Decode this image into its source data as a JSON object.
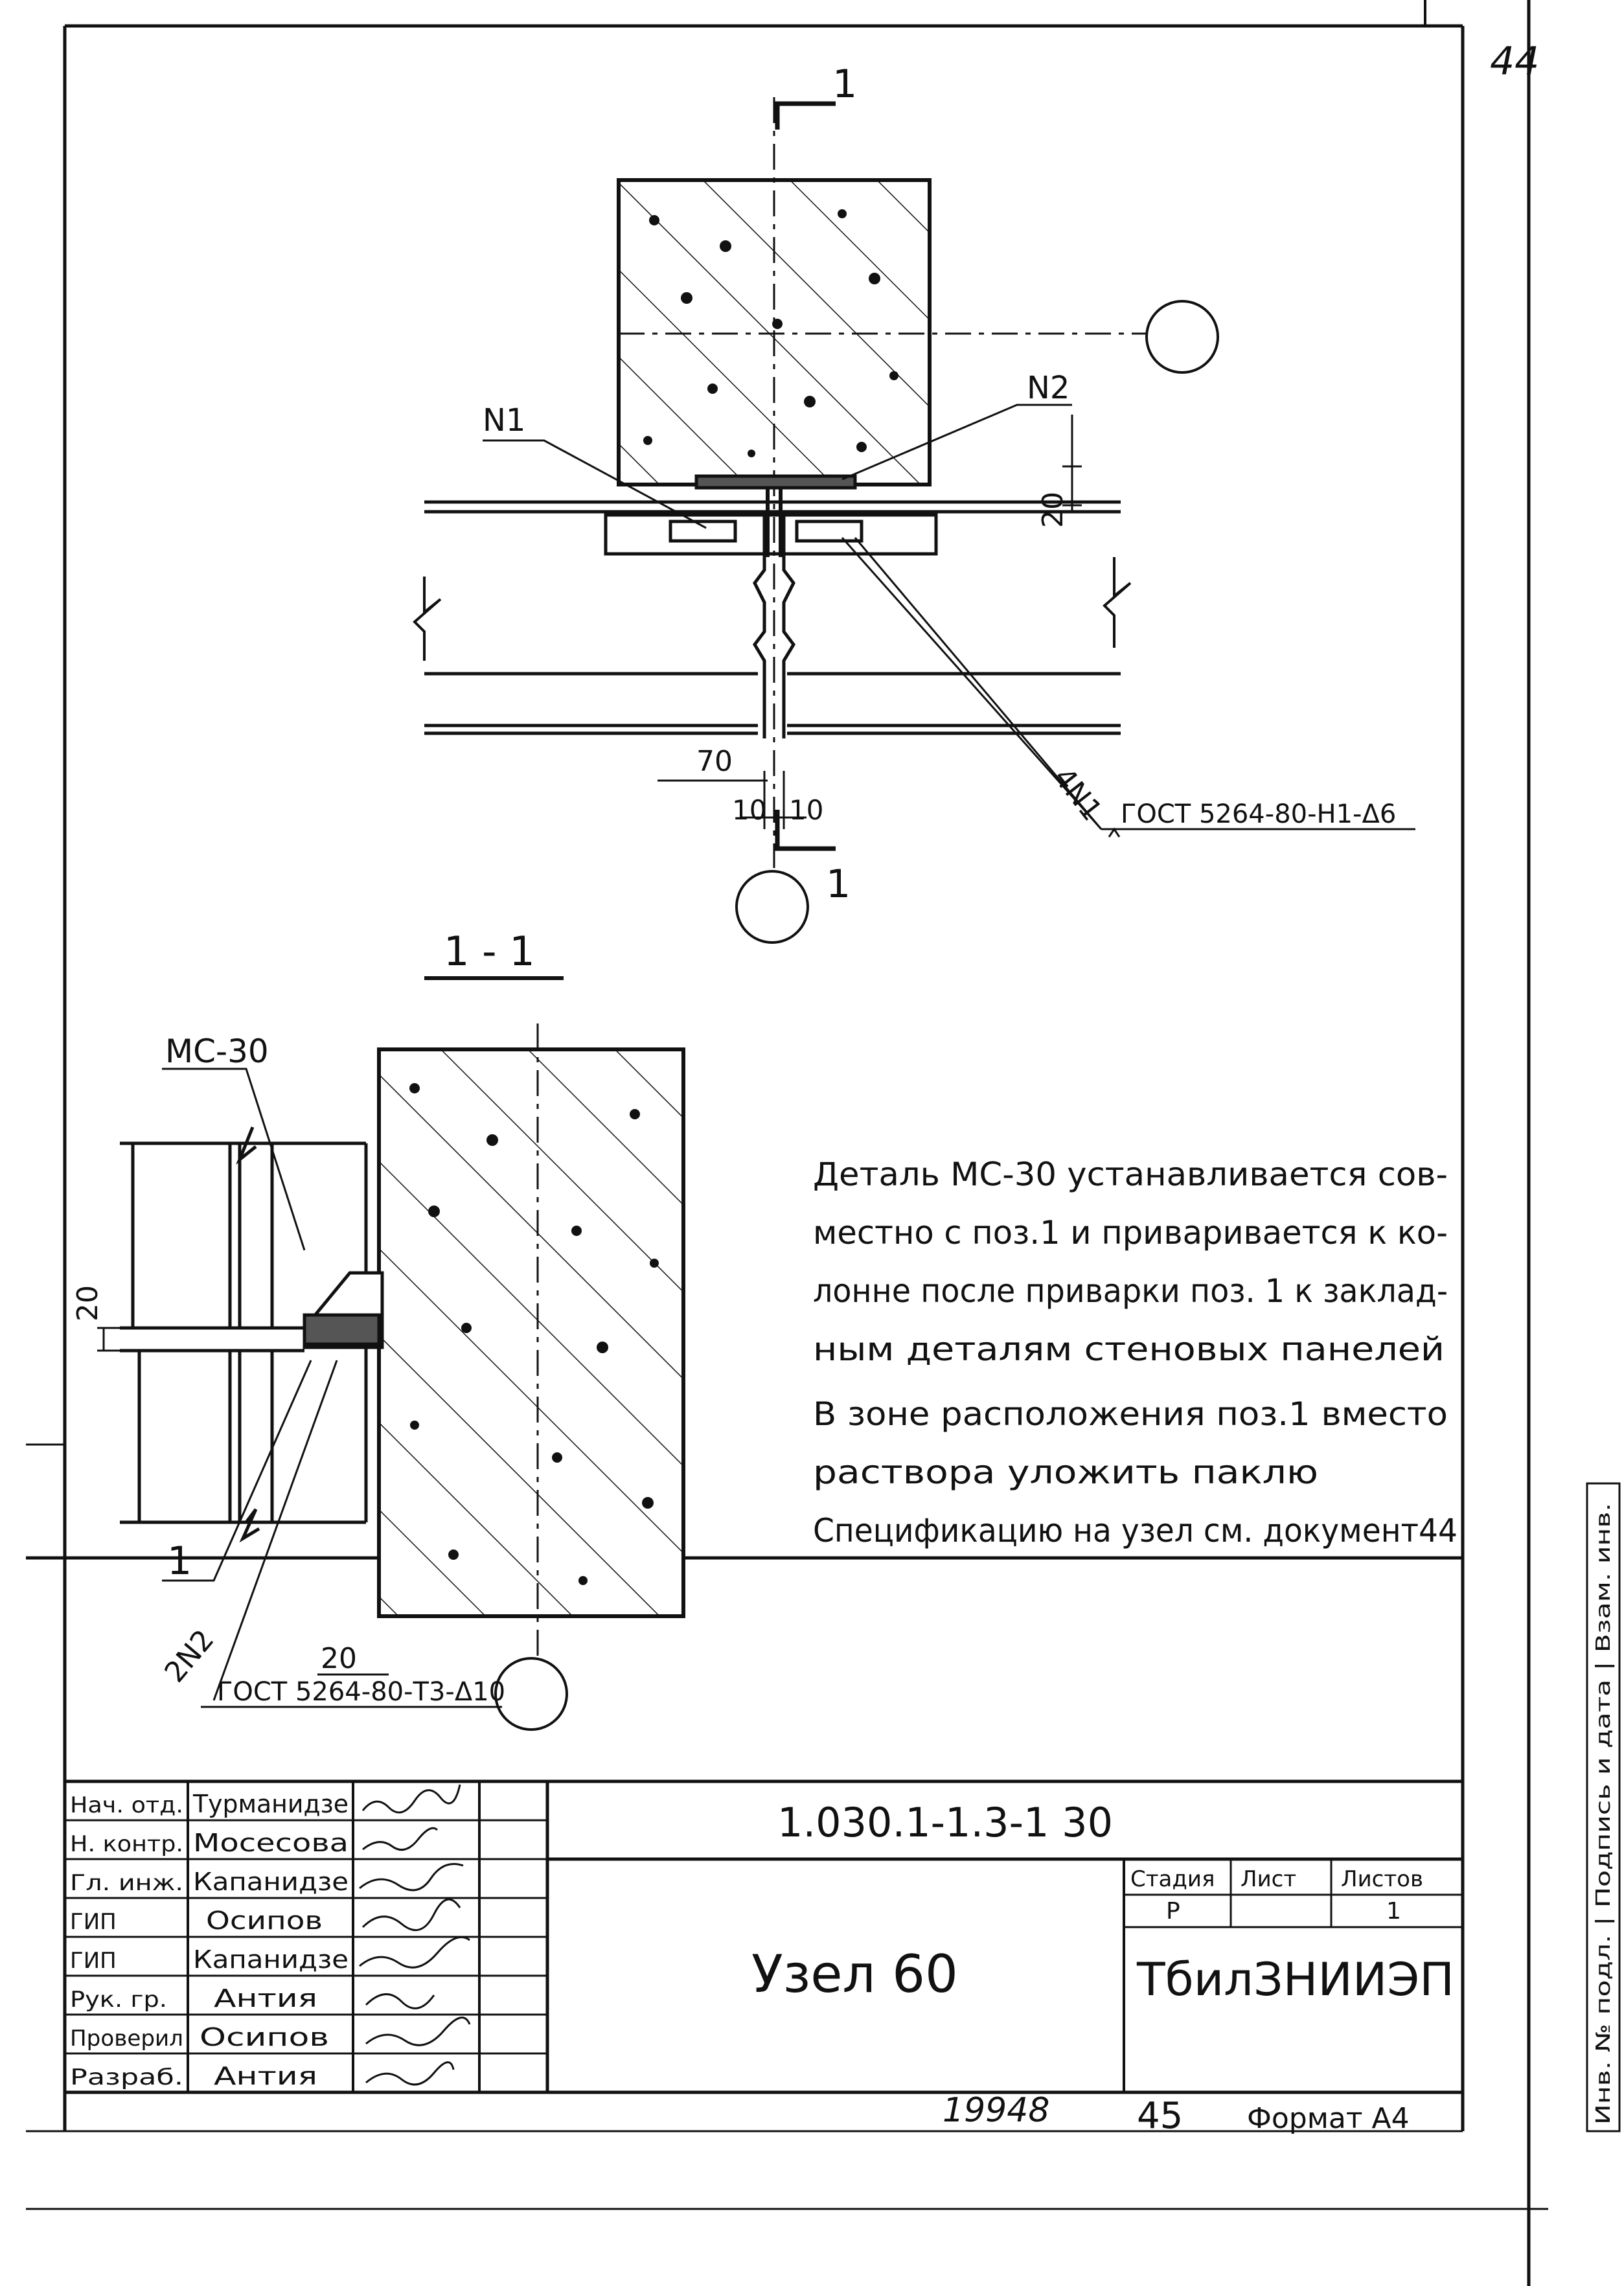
{
  "corner_page_number": "44",
  "plan": {
    "section_mark_top": "1",
    "section_mark_bottom": "1",
    "label_n1": "N1",
    "label_n2": "N2",
    "dim_20": "20",
    "dim_70": "70",
    "dim_10_left": "10",
    "dim_10_right": "10",
    "label_4n1": "4N1",
    "weld_note": "ГОСТ 5264-80-Н1-Δ6"
  },
  "section": {
    "title": "1 - 1",
    "label_mc30": "МС-30",
    "dim_20_left": "20",
    "label_pos1": "1",
    "label_2n2": "2N2",
    "dim_20_bottom": "20",
    "weld_note": "ГОСТ 5264-80-Т3-Δ10"
  },
  "notes": {
    "lines": [
      "Деталь МС-30 устанавливается сов-",
      "местно с поз.1 и приваривается к ко-",
      "лонне после приварки поз. 1 к заклад-",
      "ным деталям стеновых панелей",
      "В зоне расположения поз.1 вместо",
      "раствора уложить паклю",
      "Спецификацию на узел см. документ44"
    ]
  },
  "title_block": {
    "rows": [
      {
        "role": "Нач. отд.",
        "name": "Турманидзе"
      },
      {
        "role": "Н. контр.",
        "name": "Мосесова"
      },
      {
        "role": "Гл. инж.",
        "name": "Капанидзе"
      },
      {
        "role": "ГИП",
        "name": "Осипов"
      },
      {
        "role": "ГИП",
        "name": "Капанидзе"
      },
      {
        "role": "Рук. гр.",
        "name": "Антия"
      },
      {
        "role": "Проверил",
        "name": "Осипов"
      },
      {
        "role": "Разраб.",
        "name": "Антия"
      }
    ],
    "document_code": "1.030.1-1.3-1  30",
    "drawing_title": "Узел 60",
    "stage_header": "Стадия",
    "sheet_header": "Лист",
    "sheets_header": "Листов",
    "stage_value": "Р",
    "sheet_value": "",
    "sheets_value": "1",
    "organization": "ТбилЗНИИЭП"
  },
  "footer": {
    "inventory_number": "19948",
    "page_number": "45",
    "format": "Формат А4"
  },
  "side_stamp": "Инв. № подл. | Подпись и дата | Взам. инв."
}
